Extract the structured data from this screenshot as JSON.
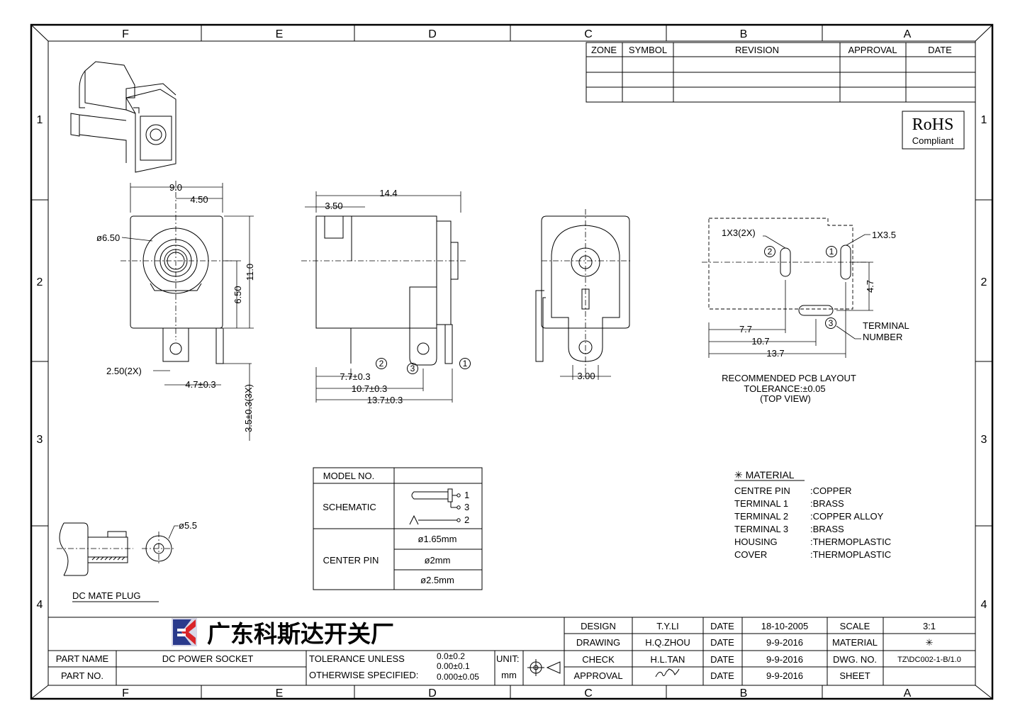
{
  "border": {
    "columns": [
      "F",
      "E",
      "D",
      "C",
      "B",
      "A"
    ],
    "rows": [
      "1",
      "2",
      "3",
      "4"
    ]
  },
  "revision_table": {
    "headers": [
      "ZONE",
      "SYMBOL",
      "REVISION",
      "APPROVAL",
      "DATE"
    ]
  },
  "rohs": {
    "title": "RoHS",
    "subtitle": "Compliant"
  },
  "front_view": {
    "d_width": "9.0",
    "d_half": "4.50",
    "d_dia": "ø6.50",
    "d_height": "11.0",
    "d_center": "6.50",
    "d_pin": "2.50(2X)",
    "d_pitch": "4.7±0.3",
    "d_pinlen": "3.5±0.3(3X)"
  },
  "side_view": {
    "d_len": "14.4",
    "d_front": "3.50",
    "d_77": "7.7±0.3",
    "d_107": "10.7±0.3",
    "d_137": "13.7±0.3",
    "pin1": "1",
    "pin2": "2",
    "pin3": "3"
  },
  "rear_view": {
    "d_width": "3.00"
  },
  "pcb_layout": {
    "slot_a": "1X3(2X)",
    "slot_b": "1X3.5",
    "d_47": "4.7",
    "d_77": "7.7",
    "d_107": "10.7",
    "d_137": "13.7",
    "pin1": "1",
    "pin2": "2",
    "pin3": "3",
    "terminal_label": "TERMINAL",
    "number_label": "NUMBER",
    "caption1": "RECOMMENDED PCB LAYOUT",
    "caption2": "TOLERANCE:±0.05",
    "caption3": "(TOP VIEW)"
  },
  "model_table": {
    "model_label": "MODEL NO.",
    "schematic_label": "SCHEMATIC",
    "center_pin_label": "CENTER PIN",
    "pins": [
      "1",
      "3",
      "2"
    ],
    "pin_sizes": [
      "ø1.65mm",
      "ø2mm",
      "ø2.5mm"
    ]
  },
  "material": {
    "title": "✳ MATERIAL",
    "items": [
      {
        "part": "CENTRE PIN",
        "value": ":COPPER"
      },
      {
        "part": "TERMINAL 1",
        "value": ":BRASS"
      },
      {
        "part": "TERMINAL 2",
        "value": ":COPPER ALLOY"
      },
      {
        "part": "TERMINAL 3",
        "value": ":BRASS"
      },
      {
        "part": "HOUSING",
        "value": ":THERMOPLASTIC"
      },
      {
        "part": "COVER",
        "value": ":THERMOPLASTIC"
      }
    ]
  },
  "mate_plug": {
    "label": "DC MATE PLUG",
    "dia": "ø5.5"
  },
  "title_block": {
    "company": "广东科斯达开关厂",
    "part_name_label": "PART NAME",
    "part_name": "DC POWER SOCKET",
    "part_no_label": "PART NO.",
    "tol_line1": "TOLERANCE UNLESS",
    "tol_line2": "OTHERWISE SPECIFIED:",
    "tol_v1": "0.0±0.2",
    "tol_v2": "0.00±0.1",
    "tol_v3": "0.000±0.05",
    "unit_label": "UNIT:",
    "unit_value": "mm",
    "design_label": "DESIGN",
    "design_value": "T.Y.LI",
    "drawing_label": "DRAWING",
    "drawing_value": "H.Q.ZHOU",
    "check_label": "CHECK",
    "check_value": "H.L.TAN",
    "approval_label": "APPROVAL",
    "date_label": "DATE",
    "date1": "18-10-2005",
    "date2": "9-9-2016",
    "date3": "9-9-2016",
    "date4": "9-9-2016",
    "scale_label": "SCALE",
    "scale_value": "3:1",
    "material_label": "MATERIAL",
    "material_value": "✳",
    "dwg_label": "DWG. NO.",
    "dwg_value": "TZ\\DC002-1-B/1.0",
    "sheet_label": "SHEET"
  }
}
